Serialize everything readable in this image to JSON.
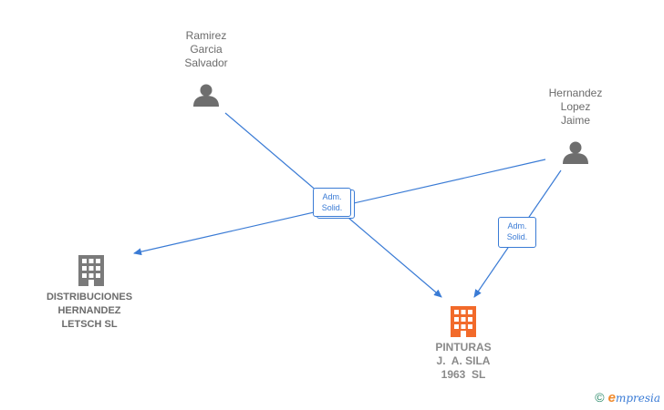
{
  "nodes": {
    "person_ramirez": {
      "lines": [
        "Ramirez",
        "Garcia",
        "Salvador"
      ]
    },
    "person_hernandez": {
      "lines": [
        "Hernandez",
        "Lopez",
        "Jaime"
      ]
    },
    "company_distribuciones": {
      "lines": [
        "DISTRIBUCIONES",
        "HERNANDEZ",
        "LETSCH SL"
      ]
    },
    "company_pinturas": {
      "lines": [
        "PINTURAS",
        "J.  A. SILA",
        "1963  SL"
      ]
    }
  },
  "edges": {
    "badge_center": {
      "lines": [
        "Adm.",
        "Solid."
      ]
    },
    "badge_right": {
      "lines": [
        "Adm.",
        "Solid."
      ]
    }
  },
  "footer": {
    "copyright": "©",
    "brand_initial": "e",
    "brand_rest": "mpresia"
  },
  "colors": {
    "edge": "#3a7bd5",
    "person_icon": "#6e6e6e",
    "company_icon": "#7a7a7a",
    "target_icon": "#f26a2a"
  }
}
